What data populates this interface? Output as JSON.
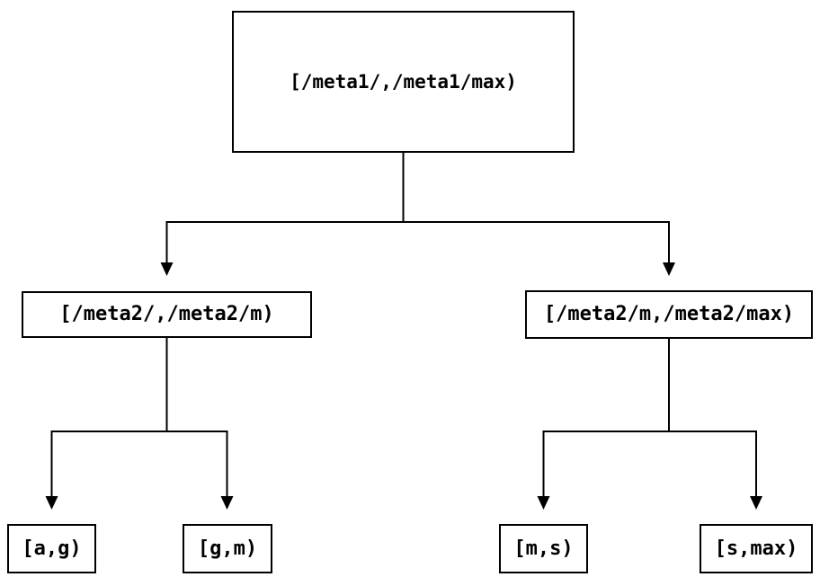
{
  "diagram": {
    "nodes": {
      "root": "[/meta1/,/meta1/max)",
      "meta2_left": "[/meta2/,/meta2/m)",
      "meta2_right": "[/meta2/m,/meta2/max)",
      "leaf_ag": "[a,g)",
      "leaf_gm": "[g,m)",
      "leaf_ms": "[m,s)",
      "leaf_smax": "[s,max)"
    },
    "colors": {
      "line": "#000000",
      "box_border": "#000000",
      "text": "#000000",
      "background": "#ffffff"
    }
  }
}
